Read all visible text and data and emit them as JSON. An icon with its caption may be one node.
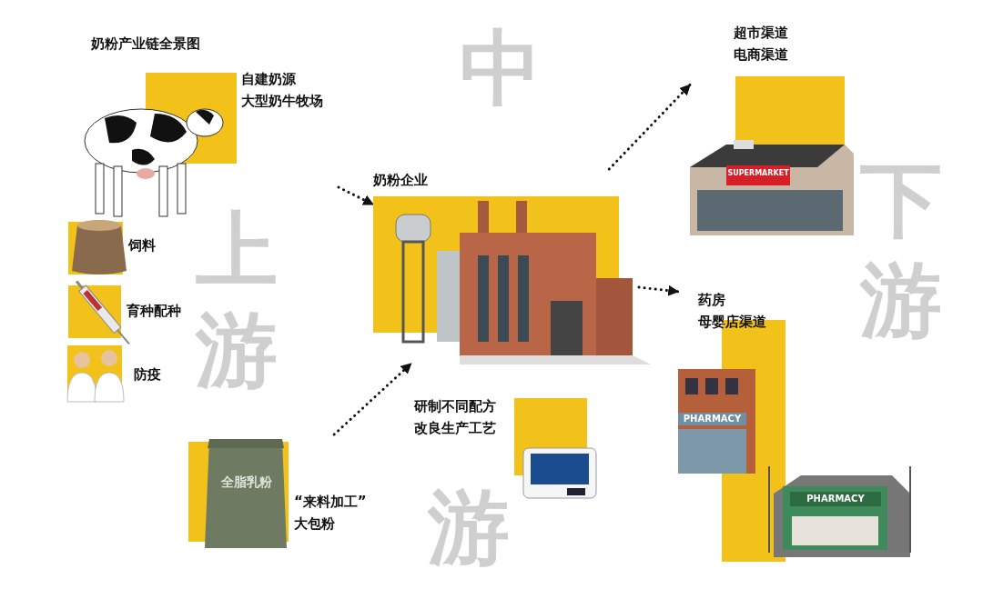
{
  "diagram": {
    "title": "奶粉产业链全景图",
    "nodes": [
      {
        "text": [
          "自建奶源",
          "大型奶牛牧场"
        ]
      },
      {
        "text": [
          "饲料"
        ]
      },
      {
        "text": [
          "育种配种"
        ]
      },
      {
        "text": [
          "防疫"
        ]
      },
      {
        "text": [
          "全脂乳粉",
          "“来料加工”",
          "大包粉"
        ]
      },
      {
        "text": [
          "奶粉企业"
        ]
      },
      {
        "text": [
          "研制不同配方",
          "改良生产工艺"
        ]
      },
      {
        "text": [
          "超市渠道",
          "电商渠道",
          "SUPERMARKET"
        ]
      },
      {
        "text": [
          "药房",
          "母婴店渠道",
          "PHARMACY",
          "PHARMACY"
        ]
      }
    ],
    "edges": [
      {
        "from": 0,
        "to": 5,
        "arrow": "to",
        "style": "dashed"
      },
      {
        "from": 4,
        "to": 5,
        "arrow": "to",
        "style": "dashed"
      },
      {
        "from": 5,
        "to": 7,
        "arrow": "to",
        "style": "dashed"
      },
      {
        "from": 5,
        "to": 8,
        "arrow": "to",
        "style": "dashed"
      }
    ],
    "labels": [
      "中",
      "上游",
      "下游",
      "游"
    ]
  }
}
